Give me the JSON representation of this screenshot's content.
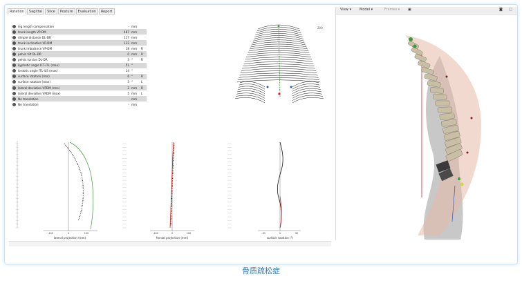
{
  "tabs": [
    "Rotation",
    "Sagittal",
    "Slice",
    "Posture",
    "Evaluation",
    "Report"
  ],
  "params": [
    {
      "label": "leg length compensation",
      "value": "-",
      "unit": "mm",
      "side": ""
    },
    {
      "label": "trunk length VP-DM",
      "value": "487",
      "unit": "mm",
      "side": ""
    },
    {
      "label": "dimple distance DL-DR",
      "value": "117",
      "unit": "mm",
      "side": ""
    },
    {
      "label": "trunk inclination VP-DM",
      "value": "122",
      "unit": "mm",
      "side": ""
    },
    {
      "label": "trunk imbalance VP-DM",
      "value": "18",
      "unit": "mm",
      "side": "R"
    },
    {
      "label": "pelvic tilt DL-DR",
      "value": "0",
      "unit": "mm",
      "side": "R"
    },
    {
      "label": "pelvic torsion DL-DR",
      "value": "3",
      "unit": "°",
      "side": "R"
    },
    {
      "label": "kyphotic angle ICT-ITL (max)",
      "value": "51",
      "unit": "°",
      "side": ""
    },
    {
      "label": "lordotic angle ITL-ILS (max)",
      "value": "14",
      "unit": "°",
      "side": ""
    },
    {
      "label": "surface rotation (rms)",
      "value": "6",
      "unit": "°",
      "side": "R"
    },
    {
      "label": "surface rotation (max)",
      "value": "3",
      "unit": "°",
      "side": "L"
    },
    {
      "label": "lateral deviation VPDM (rms)",
      "value": "2",
      "unit": "mm",
      "side": "R"
    },
    {
      "label": "lateral deviation VPDM (max)",
      "value": "5",
      "unit": "mm",
      "side": "L"
    },
    {
      "label": "No translation",
      "value": "-",
      "unit": "mm",
      "side": ""
    },
    {
      "label": "No translation",
      "value": "-",
      "unit": "mm",
      "side": ""
    }
  ],
  "topo_label": "200",
  "charts": {
    "lateral": {
      "xlabel": "lateral projection (mm)",
      "ticks": [
        "-100",
        "0",
        "100"
      ]
    },
    "frontal": {
      "xlabel": "frontal projection (mm)",
      "ticks": [
        "-100",
        "0",
        "100"
      ]
    },
    "rotation": {
      "xlabel": "surface rotation (°)",
      "ticks": [
        "-30",
        "0",
        "30"
      ]
    }
  },
  "right_toolbar": {
    "view": "View ▾",
    "model": "Model ▾",
    "frames": "Frames ▾"
  },
  "caption": "骨质疏松症",
  "colors": {
    "frame_border": "#cfe3f2",
    "caption": "#2d79c7",
    "green_line": "#3a9a3a",
    "red_line": "#d02020"
  }
}
